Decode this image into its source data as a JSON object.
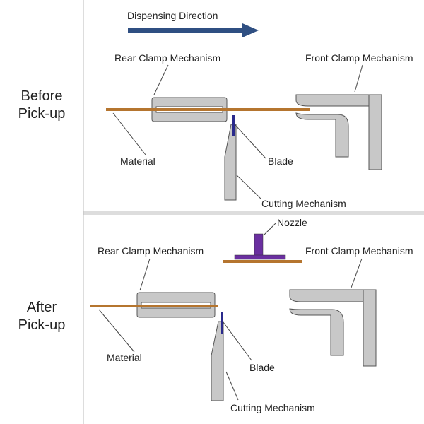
{
  "direction_label": "Dispensing Direction",
  "panels": {
    "before": {
      "label_line1": "Before",
      "label_line2": "Pick-up",
      "rear_clamp_label": "Rear Clamp Mechanism",
      "front_clamp_label": "Front Clamp Mechanism",
      "material_label": "Material",
      "blade_label": "Blade",
      "cutting_label": "Cutting Mechanism"
    },
    "after": {
      "label_line1": "After",
      "label_line2": "Pick-up",
      "rear_clamp_label": "Rear Clamp Mechanism",
      "front_clamp_label": "Front Clamp Mechanism",
      "material_label": "Material",
      "blade_label": "Blade",
      "cutting_label": "Cutting Mechanism",
      "nozzle_label": "Nozzle"
    }
  },
  "colors": {
    "material": "#b5752f",
    "mechanism_fill": "#c8c8c8",
    "mechanism_stroke": "#555555",
    "blade": "#2a2a8c",
    "nozzle": "#6a2fa0",
    "arrow": "#2f4f82",
    "divider": "#bbbbbb"
  }
}
